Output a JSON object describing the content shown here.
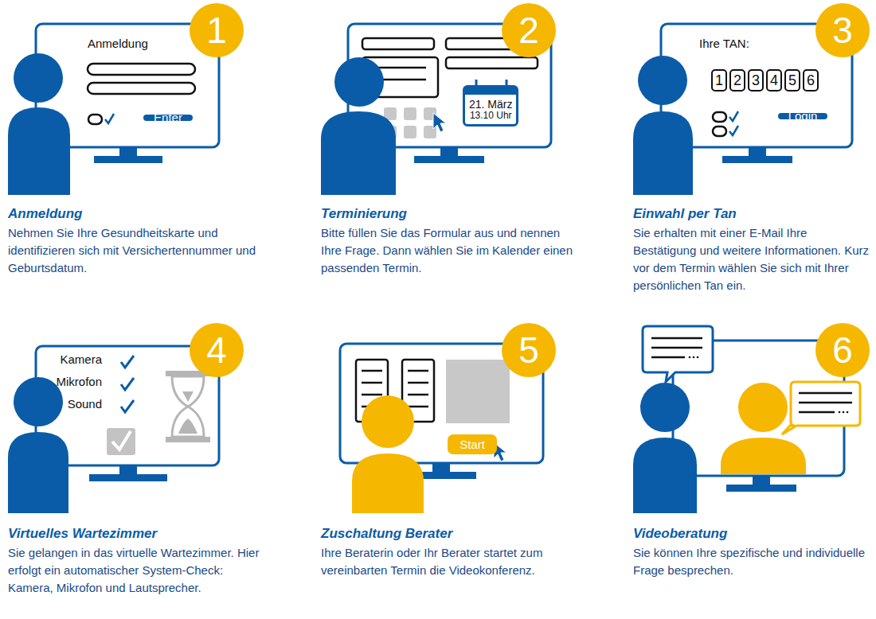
{
  "diagram": {
    "nodes": [
      {
        "text": [
          "1"
        ]
      },
      {
        "text": [
          "Anmeldung"
        ]
      },
      {
        "text": [
          "Enter"
        ],
        "in": 1
      },
      {
        "text": [
          "2"
        ]
      },
      {
        "text": [
          "21. März",
          "13.10 Uhr"
        ]
      },
      {
        "text": [
          "3"
        ]
      },
      {
        "text": [
          "Ihre TAN:"
        ]
      },
      {
        "text": [
          "1"
        ],
        "in": 6
      },
      {
        "text": [
          "2"
        ],
        "in": 6
      },
      {
        "text": [
          "3"
        ],
        "in": 6
      },
      {
        "text": [
          "4"
        ],
        "in": 6
      },
      {
        "text": [
          "5"
        ],
        "in": 6
      },
      {
        "text": [
          "6"
        ],
        "in": 6
      },
      {
        "text": [
          "Login"
        ],
        "in": 6
      },
      {
        "text": [
          "4"
        ]
      },
      {
        "text": [
          "Kamera",
          "Mikrofon",
          "Sound"
        ]
      },
      {
        "text": [
          "5"
        ]
      },
      {
        "text": [
          "Start"
        ]
      },
      {
        "text": [
          "6"
        ]
      }
    ],
    "labels": [
      "Anmeldung",
      "Nehmen Sie Ihre Gesundheitskarte und identifizieren sich mit Versichertennummer und Geburtsdatum.",
      "Terminierung",
      "Bitte füllen Sie das Formular aus und nennen Ihre Frage. Dann wählen Sie im Kalender einen passenden Termin.",
      "Einwahl per Tan",
      "Sie erhalten mit einer E-Mail Ihre Bestätigung und weitere Informationen. Kurz vor dem Termin wählen Sie sich mit Ihrer persönlichen Tan ein.",
      "Virtuelles Wartezimmer",
      "Sie gelangen in das virtuelle Wartezimmer. Hier erfolgt ein automatischer System-Check: Kamera, Mikrofon und Lautsprecher.",
      "Zuschaltung Berater",
      "Ihre Beraterin oder Ihr Berater startet zum vereinbarten Termin die Videokonferenz.",
      "Videoberatung",
      "Sie können Ihre spezifische und individuelle Frage besprechen."
    ]
  }
}
